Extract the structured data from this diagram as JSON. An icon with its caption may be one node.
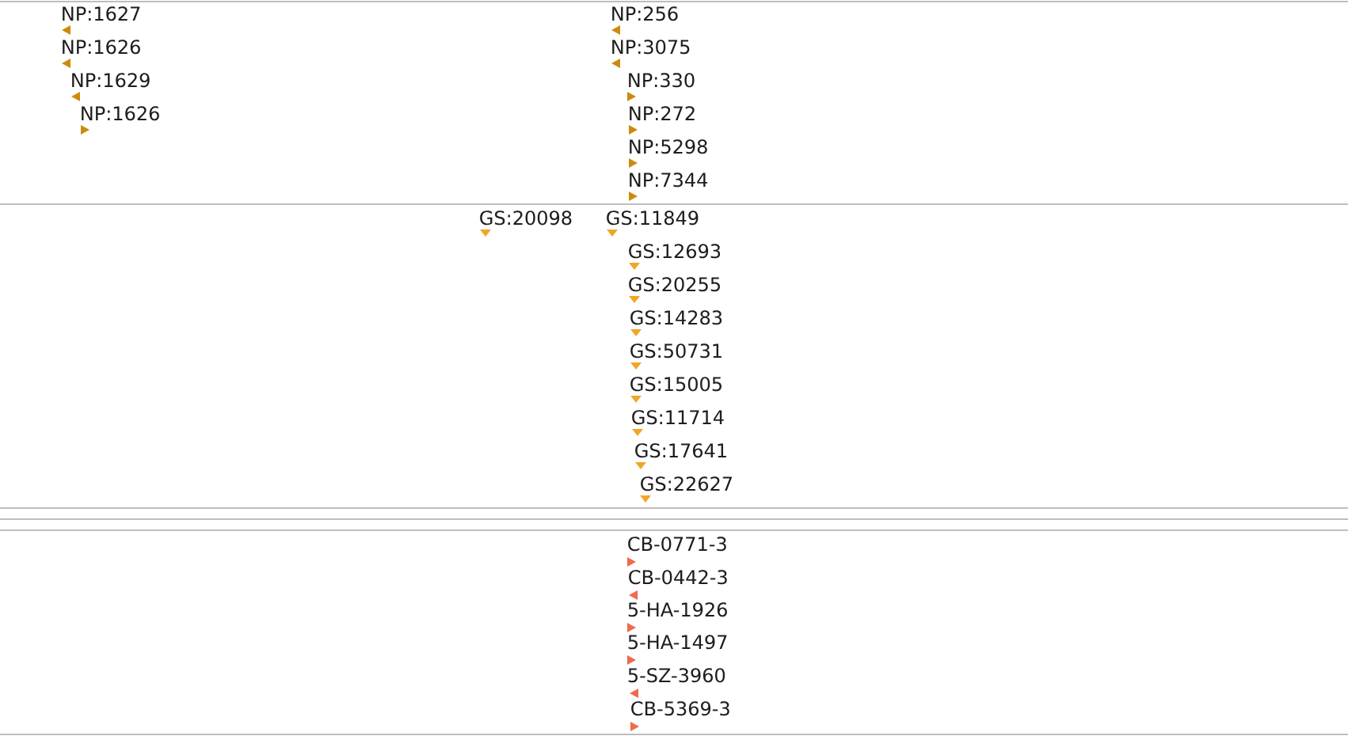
{
  "diagram": {
    "labels": [
      "NP:1627",
      "NP:256",
      "NP:1626",
      "NP:3075",
      "NP:1629",
      "NP:330",
      "NP:1626",
      "NP:272",
      "NP:5298",
      "NP:7344",
      "GS:20098",
      "GS:11849",
      "GS:12693",
      "GS:20255",
      "GS:14283",
      "GS:50731",
      "GS:15005",
      "GS:11714",
      "GS:17641",
      "GS:22627",
      "CB-0771-3",
      "CB-0442-3",
      "5-HA-1926",
      "5-HA-1497",
      "5-SZ-3960",
      "CB-5369-3"
    ]
  }
}
